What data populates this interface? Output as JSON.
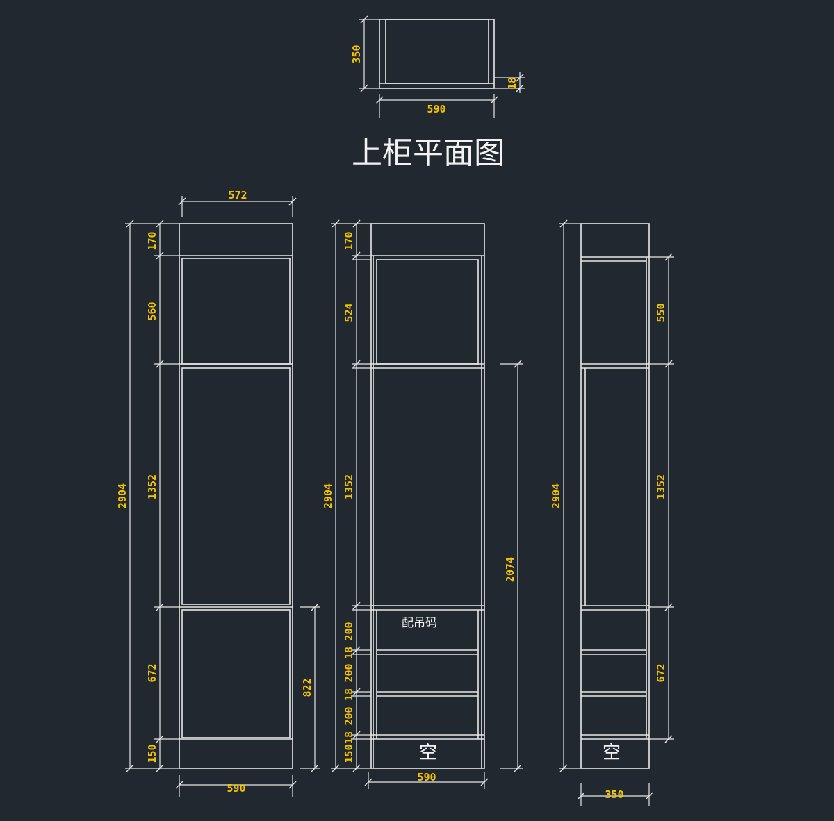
{
  "colors": {
    "background": "#212830",
    "line": "#e8e8e8",
    "dimension_text": "#f5c400"
  },
  "plan": {
    "title": "上柜平面图",
    "depth": "350",
    "width": "590",
    "panel": "18"
  },
  "views": {
    "front_left": {
      "top_width": "572",
      "bottom_width": "590",
      "total_height": "2904",
      "seg_170": "170",
      "seg_560": "560",
      "seg_1352": "1352",
      "seg_672": "672",
      "seg_150": "150",
      "right_dim": "822"
    },
    "front_middle": {
      "bottom_width": "590",
      "total_height": "2904",
      "seg_170": "170",
      "seg_524": "524",
      "seg_1352": "1352",
      "seg_200a": "200",
      "seg_18a": "18",
      "seg_200b": "200",
      "seg_18b": "18",
      "seg_200c": "200",
      "seg_18c": "18",
      "seg_150": "150",
      "right_dim": "2074",
      "note": "配吊码",
      "empty_label": "空"
    },
    "side": {
      "bottom_width": "350",
      "total_height": "2904",
      "seg_550": "550",
      "seg_1352": "1352",
      "seg_672": "672",
      "empty_label": "空"
    }
  }
}
